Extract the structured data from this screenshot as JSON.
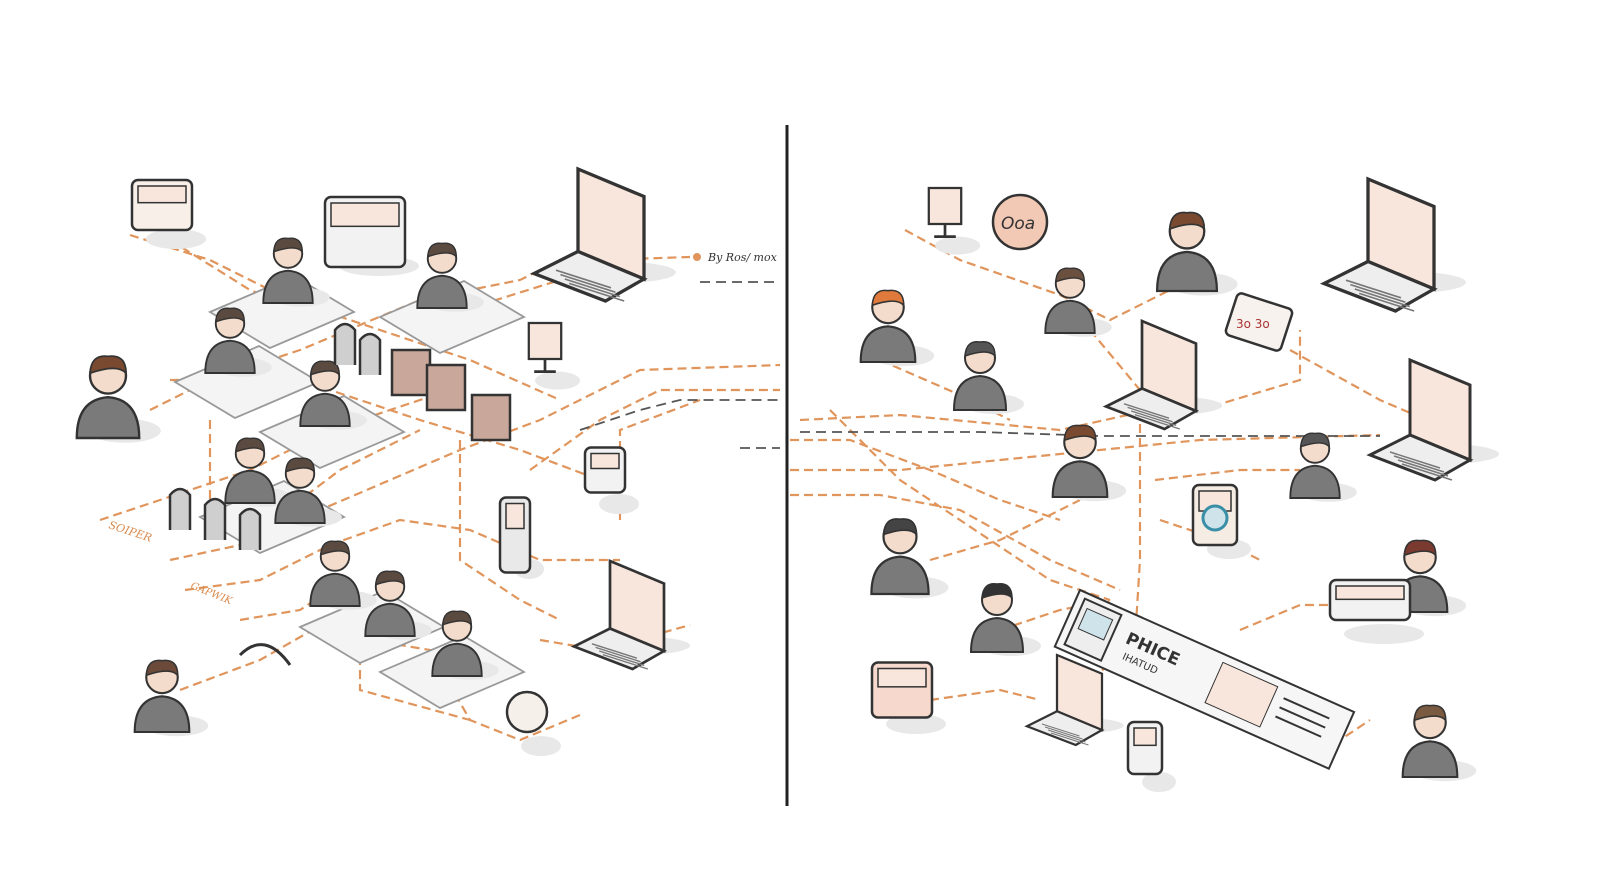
{
  "annotations": {
    "top_label": "By Ros/ mox",
    "left_label_1": "SOIPER",
    "left_label_2": "GAPWIK",
    "panel_title": "PHICE",
    "panel_subtitle": "IHATUD",
    "badge_text": "Ooa",
    "device_text": "3o 3o"
  },
  "colors": {
    "connector": "#e0955c",
    "outline": "#333333",
    "body": "#7a7a7a",
    "screen": "#f8e6dc",
    "skin": "#f3dccb",
    "hair": "#6b4a3a"
  }
}
